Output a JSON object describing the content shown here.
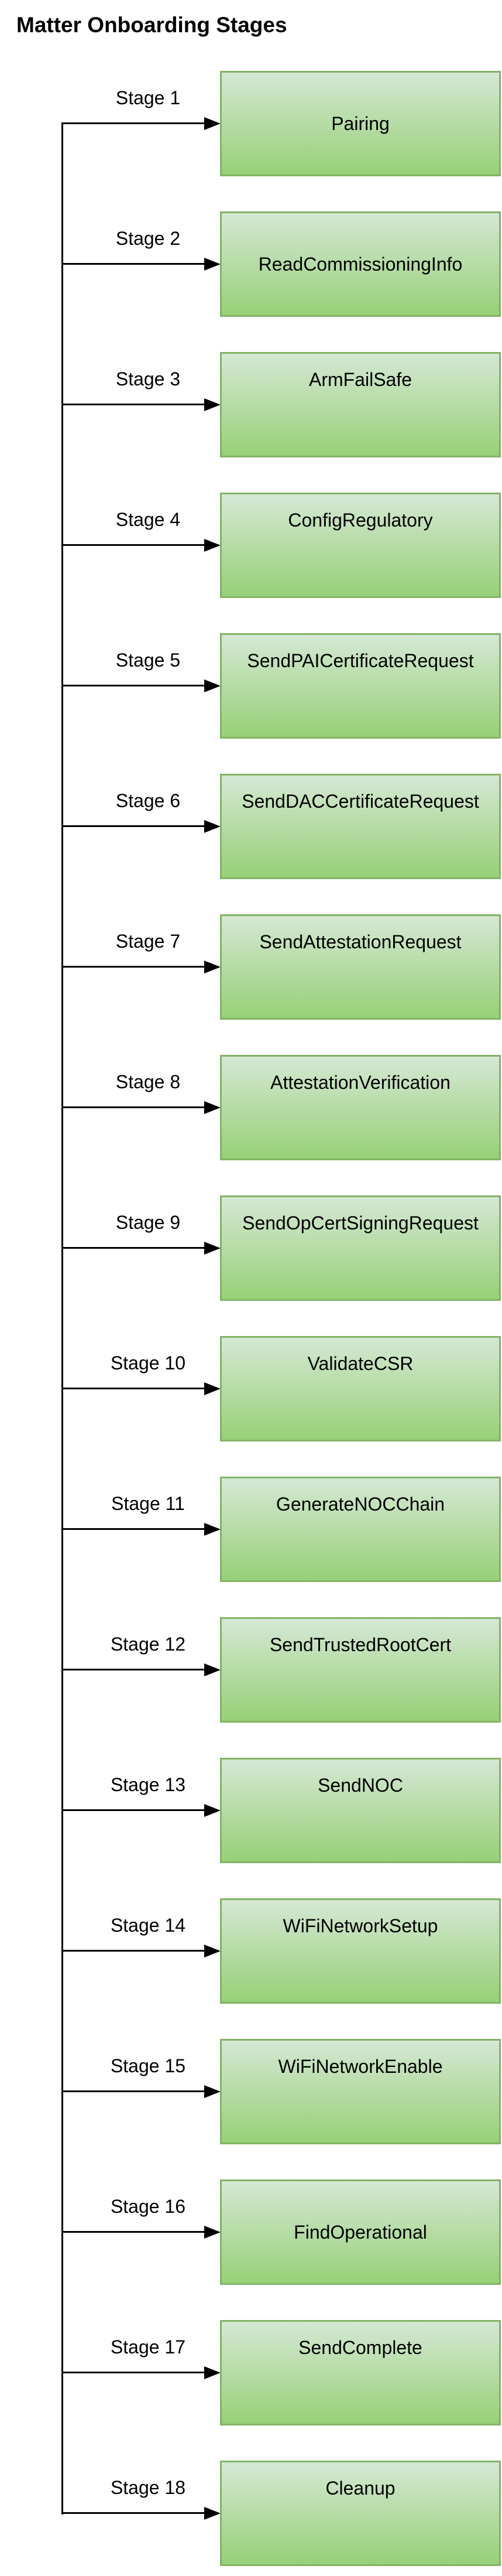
{
  "title": "Matter Onboarding Stages",
  "colors": {
    "box_fill_top": "#d5e8d4",
    "box_fill_bottom": "#97d077",
    "box_stroke": "#82b366",
    "line": "#000000",
    "text": "#000000",
    "background": "#ffffff"
  },
  "stages": [
    {
      "label": "Stage 1",
      "name": "Pairing",
      "text_align": "middle"
    },
    {
      "label": "Stage 2",
      "name": "ReadCommissioningInfo",
      "text_align": "middle"
    },
    {
      "label": "Stage 3",
      "name": "ArmFailSafe",
      "text_align": "top"
    },
    {
      "label": "Stage 4",
      "name": "ConfigRegulatory",
      "text_align": "top"
    },
    {
      "label": "Stage 5",
      "name": "SendPAICertificateRequest",
      "text_align": "top"
    },
    {
      "label": "Stage 6",
      "name": "SendDACCertificateRequest",
      "text_align": "top"
    },
    {
      "label": "Stage 7",
      "name": "SendAttestationRequest",
      "text_align": "top"
    },
    {
      "label": "Stage 8",
      "name": "AttestationVerification",
      "text_align": "top"
    },
    {
      "label": "Stage 9",
      "name": "SendOpCertSigningRequest",
      "text_align": "top"
    },
    {
      "label": "Stage 10",
      "name": "ValidateCSR",
      "text_align": "top"
    },
    {
      "label": "Stage 11",
      "name": "GenerateNOCChain",
      "text_align": "top"
    },
    {
      "label": "Stage 12",
      "name": "SendTrustedRootCert",
      "text_align": "top"
    },
    {
      "label": "Stage 13",
      "name": "SendNOC",
      "text_align": "top"
    },
    {
      "label": "Stage 14",
      "name": "WiFiNetworkSetup",
      "text_align": "top"
    },
    {
      "label": "Stage 15",
      "name": "WiFiNetworkEnable",
      "text_align": "top"
    },
    {
      "label": "Stage 16",
      "name": "FindOperational",
      "text_align": "middle"
    },
    {
      "label": "Stage 17",
      "name": "SendComplete",
      "text_align": "top"
    },
    {
      "label": "Stage 18",
      "name": "Cleanup",
      "text_align": "top"
    }
  ]
}
